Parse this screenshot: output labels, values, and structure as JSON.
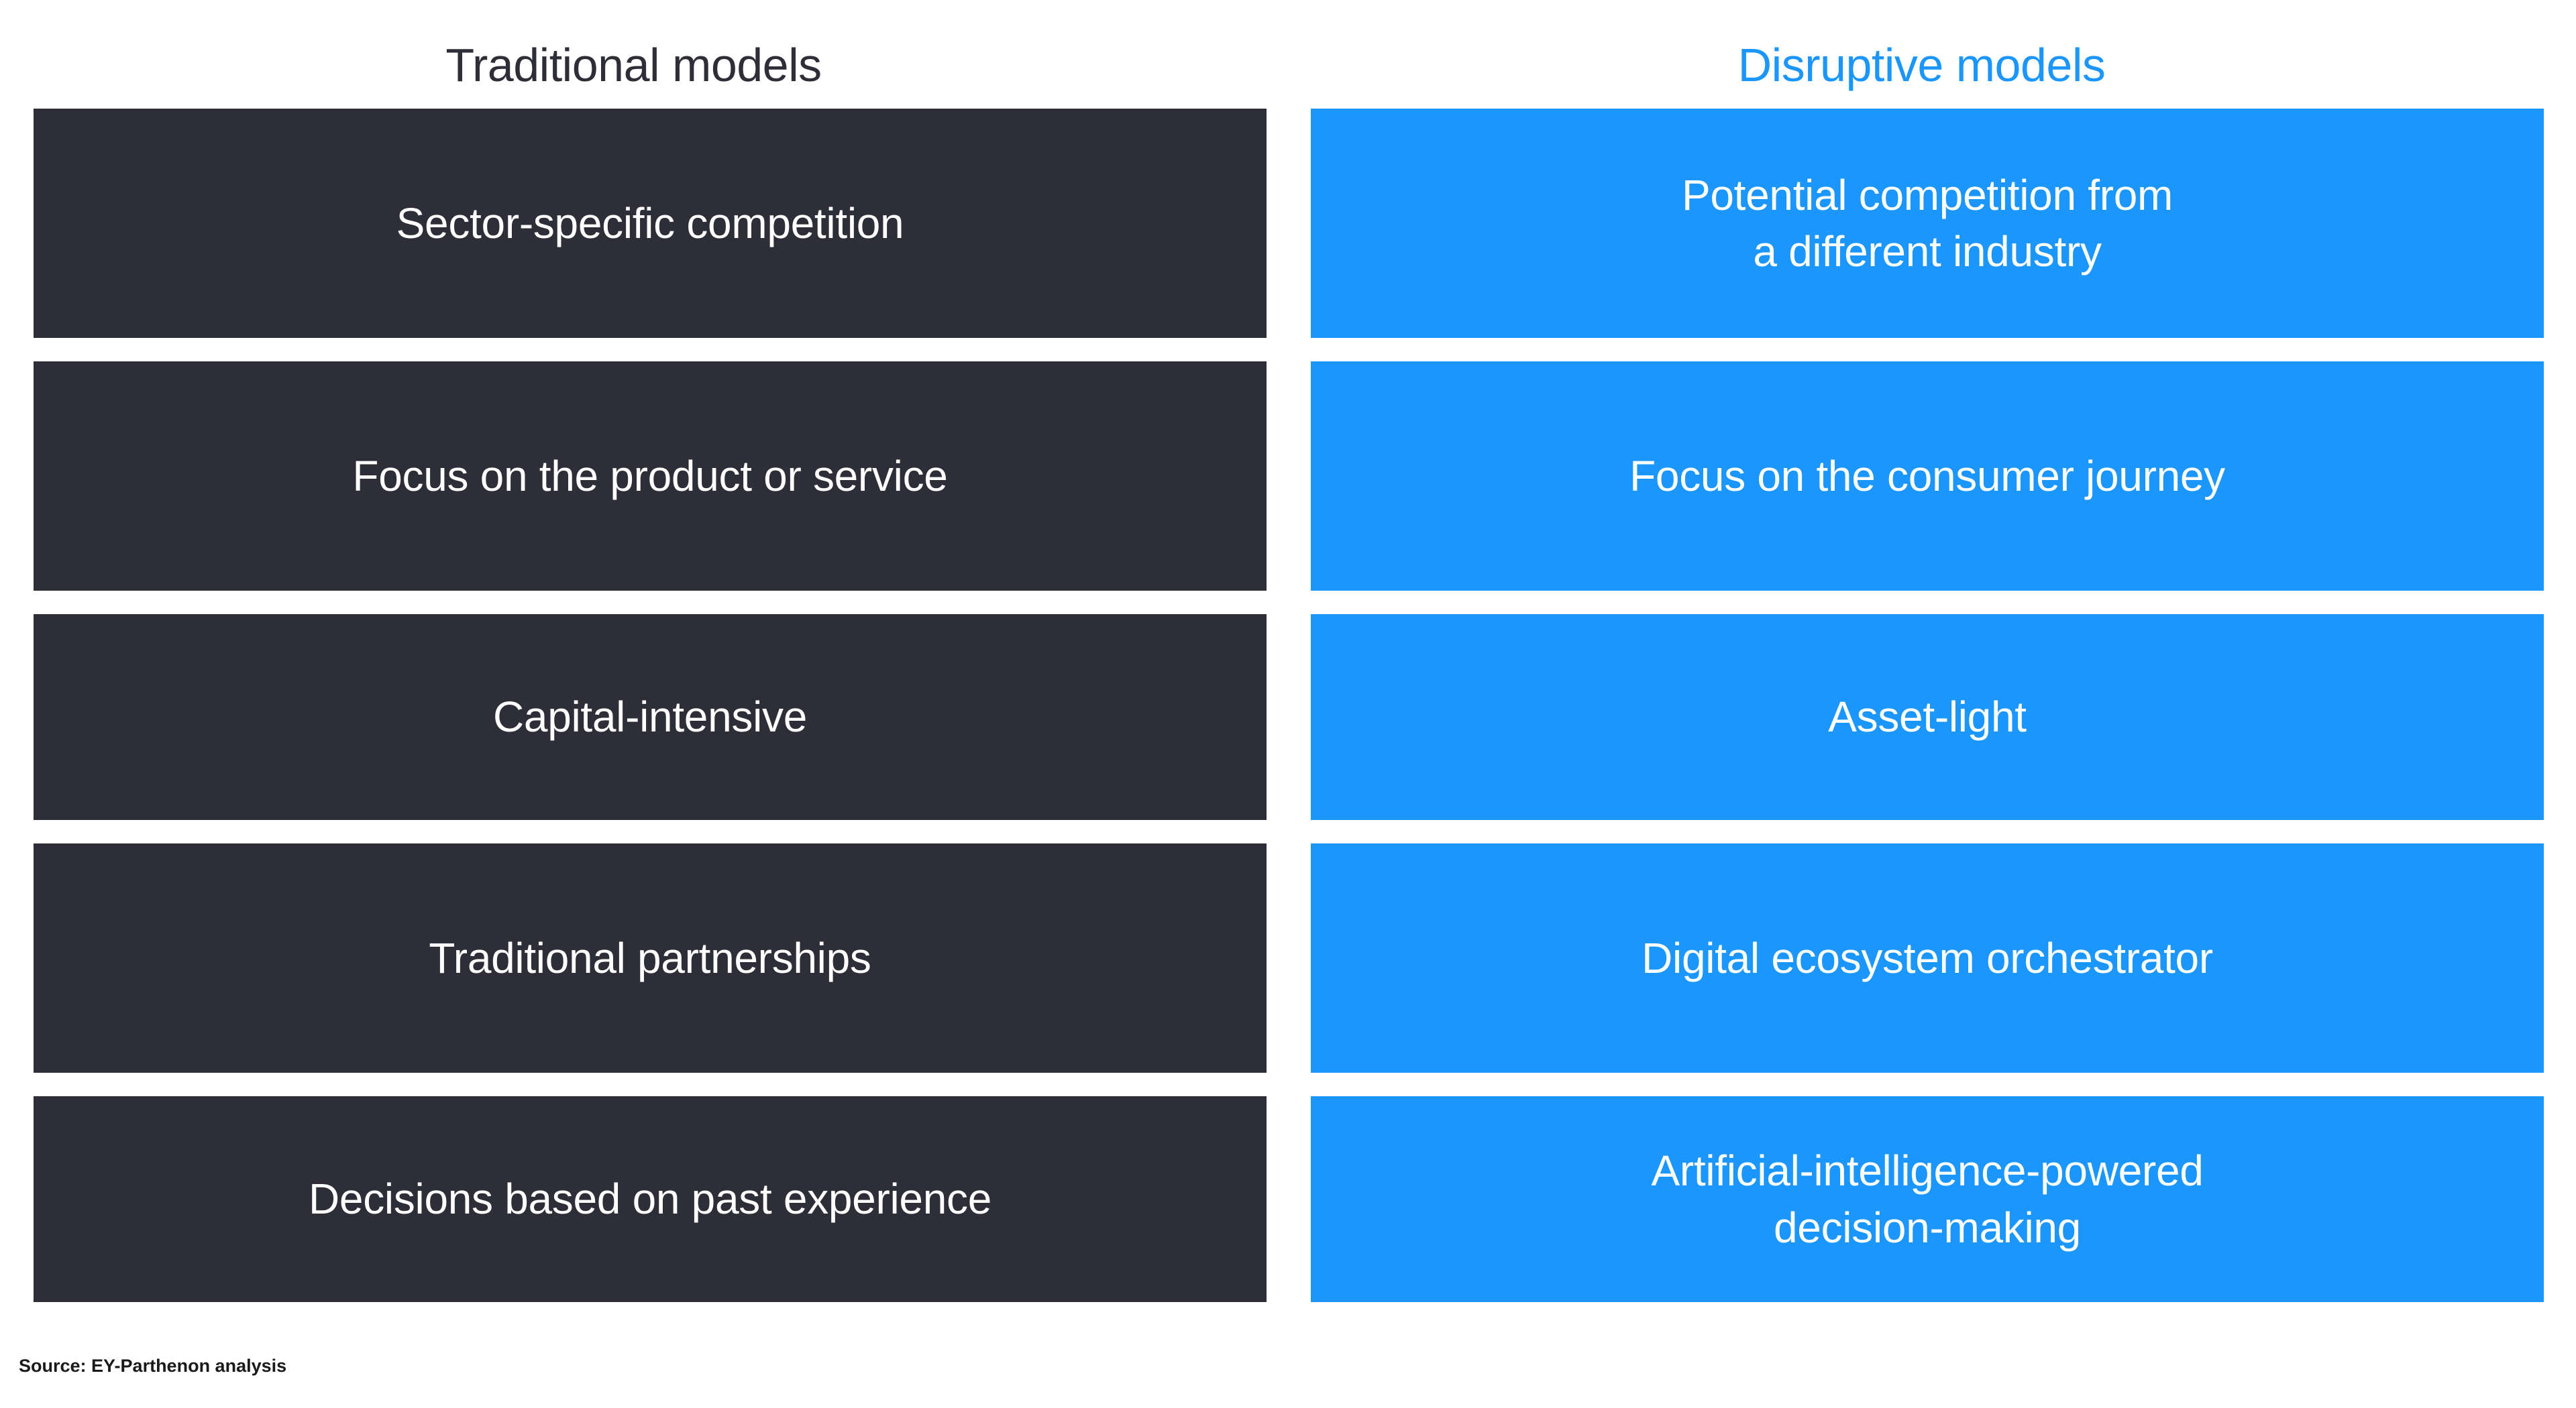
{
  "columns": {
    "left": {
      "title": "Traditional models",
      "color": "#2d2e38"
    },
    "right": {
      "title": "Disruptive models",
      "color": "#1a96fc"
    }
  },
  "rows": [
    {
      "left": "Sector-specific competition",
      "right": "Potential competition from\na different industry"
    },
    {
      "left": "Focus on the product or service",
      "right": "Focus on the consumer journey"
    },
    {
      "left": "Capital-intensive",
      "right": "Asset-light"
    },
    {
      "left": "Traditional partnerships",
      "right": "Digital ecosystem orchestrator"
    },
    {
      "left": "Decisions based on past experience",
      "right": "Artificial-intelligence-powered\ndecision-making"
    }
  ],
  "footer": {
    "source": "Source: EY-Parthenon analysis"
  }
}
